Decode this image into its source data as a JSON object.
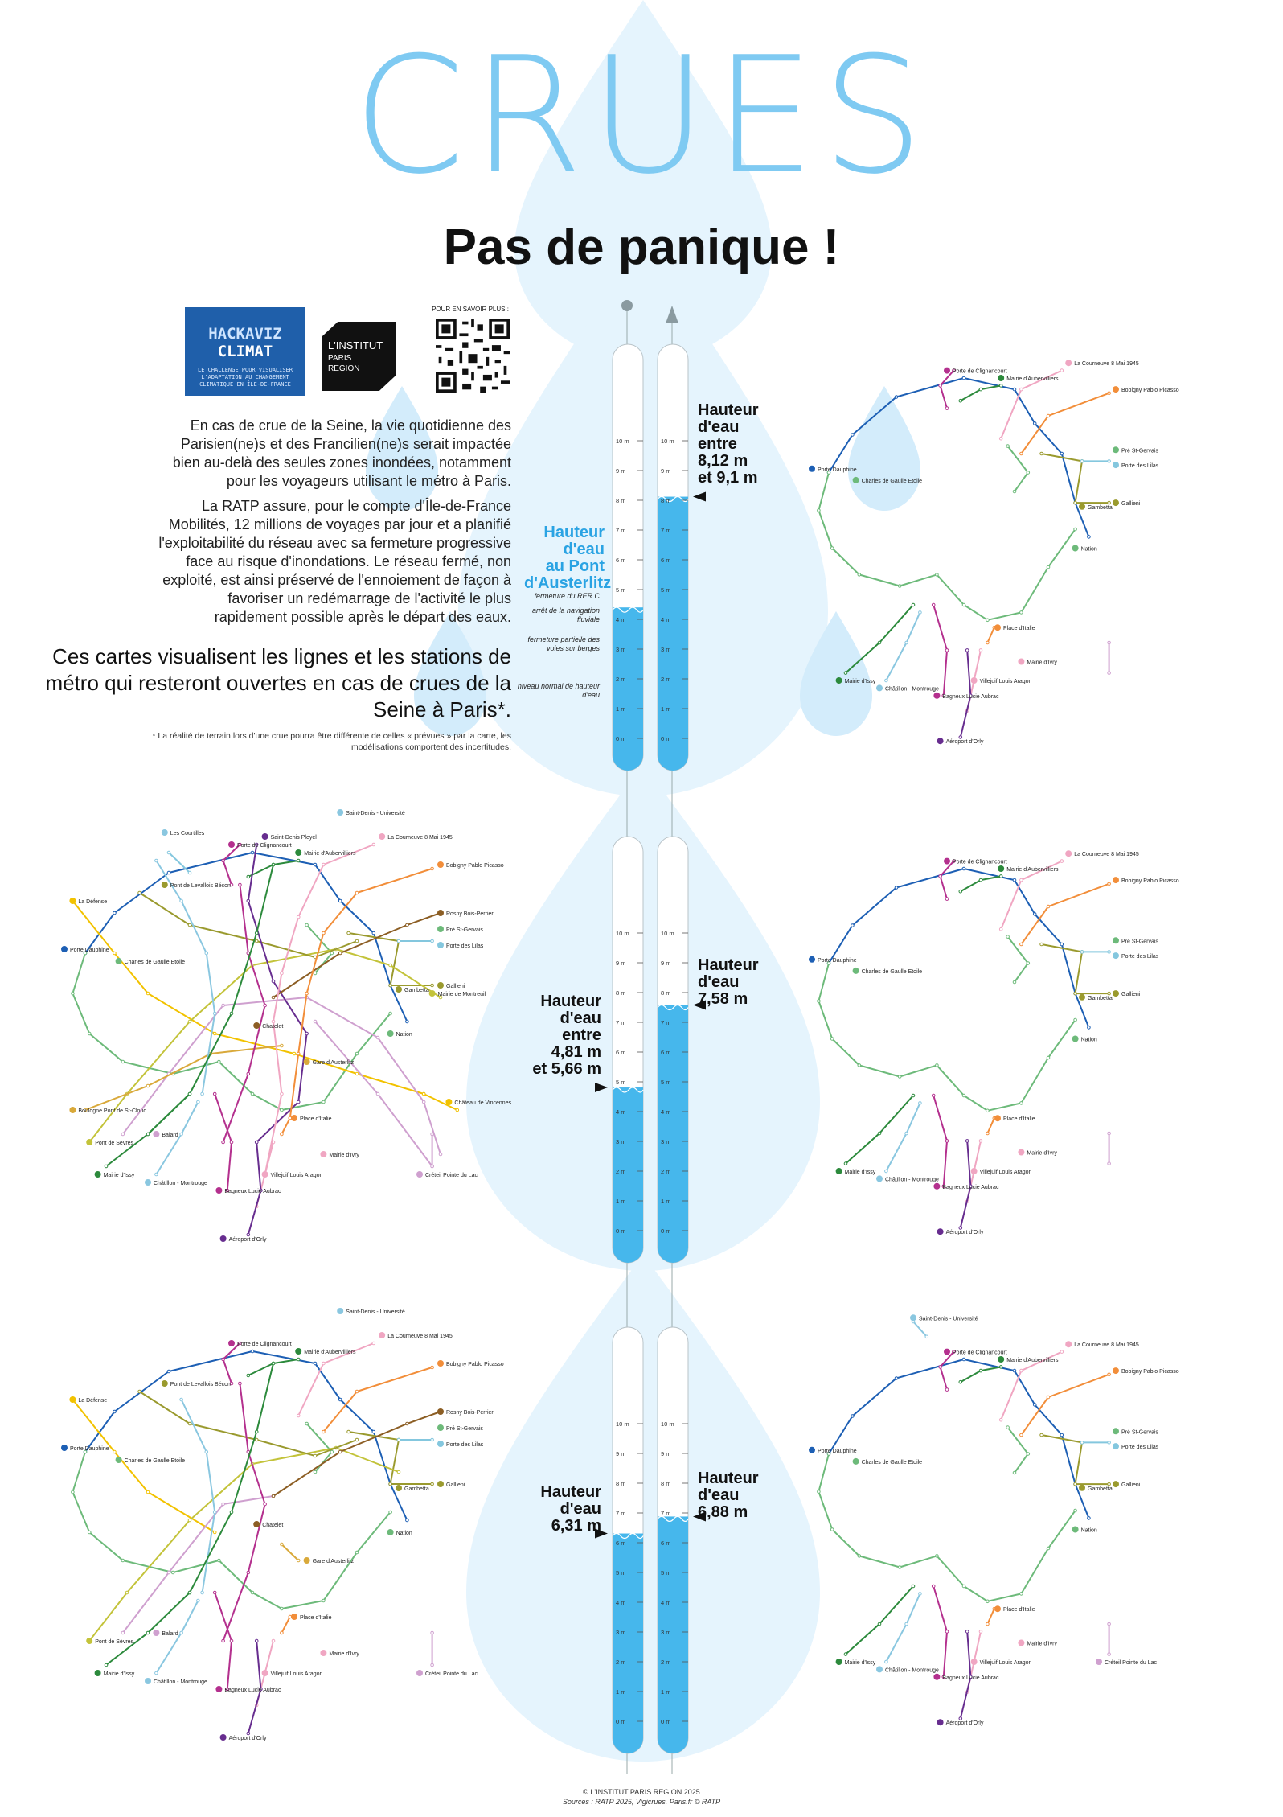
{
  "title": "CRUES",
  "subtitle": "Pas de panique !",
  "logos": {
    "hackaviz_line1": "HACKAVIZ",
    "hackaviz_line2": "CLIMAT",
    "hackaviz_tagline": "LE CHALLENGE POUR VISUALISER L'ADAPTATION AU CHANGEMENT CLIMATIQUE EN ÎLE-DE-FRANCE",
    "institut_line1": "L'INSTITUT",
    "institut_line2": "PARIS",
    "institut_line3": "REGION",
    "qr_label": "POUR EN SAVOIR PLUS :"
  },
  "intro": {
    "p1": "En cas de crue de la Seine, la vie quotidienne des Parisien(ne)s et des Francilien(ne)s serait impactée bien au-delà des seules zones inondées, notamment pour les voyageurs utilisant le métro à Paris.",
    "p2": "La RATP assure, pour le compte d'Île-de-France Mobilités, 12 millions de voyages par jour et a planifié l'exploitabilité du réseau avec sa fermeture progressive face au risque d'inondations. Le réseau fermé, non exploité, est ainsi préservé de l'ennoiement de façon à favoriser un redémarrage de l'activité le plus rapidement possible après le départ des eaux.",
    "p3": "Ces cartes visualisent les lignes et les stations de métro qui resteront ouvertes en cas de crues de la Seine à Paris*.",
    "note": "* La réalité de terrain lors d'une crue pourra être différente de celles « prévues » par la carte, les modélisations comportent des incertitudes."
  },
  "gauge_ticks": [
    "0 m",
    "1 m",
    "2 m",
    "3 m",
    "4 m",
    "5 m",
    "6 m",
    "7 m",
    "8 m",
    "9 m",
    "10 m"
  ],
  "gauges": [
    {
      "level": 4.4,
      "label": [
        "Hauteur",
        "d'eau",
        "au Pont",
        "d'Austerlitz"
      ]
    },
    {
      "level": 8.12,
      "label": [
        "Hauteur",
        "d'eau",
        "entre",
        "8,12 m",
        "et 9,1 m"
      ]
    },
    {
      "level": 4.81,
      "label": [
        "Hauteur",
        "d'eau",
        "entre",
        "4,81 m",
        "et 5,66 m"
      ]
    },
    {
      "level": 7.58,
      "label": [
        "Hauteur",
        "d'eau",
        "7,58 m"
      ]
    },
    {
      "level": 6.31,
      "label": [
        "Hauteur",
        "d'eau",
        "6,31 m"
      ]
    },
    {
      "level": 6.88,
      "label": [
        "Hauteur",
        "d'eau",
        "6,88 m"
      ]
    }
  ],
  "annotations": {
    "rer_c": "fermeture du RER C",
    "navigation": "arrêt de la navigation fluviale",
    "berges": "fermeture partielle des voies sur berges",
    "normal": "niveau normal de hauteur d'eau"
  },
  "stations": {
    "courneuve": "La Courneuve 8 Mai 1945",
    "aubervilliers": "Mairie d'Aubervilliers",
    "clignancourt": "Porte de Clignancourt",
    "bobigny": "Bobigny Pablo Picasso",
    "pre": "Pré St-Gervais",
    "lilas": "Porte des Lilas",
    "dauphine": "Porte Dauphine",
    "etoile": "Charles de Gaulle Etoile",
    "gallieni": "Gallieni",
    "gambetta": "Gambetta",
    "nation": "Nation",
    "italie": "Place d'Italie",
    "ivry": "Mairie d'Ivry",
    "issy": "Mairie d'Issy",
    "chatillon": "Châtillon - Montrouge",
    "bagneux": "Bagneux Lucie Aubrac",
    "villejuif": "Villejuif Louis Aragon",
    "orly": "Aéroport d'Orly",
    "courtilles": "Les Courtilles",
    "stdenis_univ": "Saint-Denis - Université",
    "stdenis_pleyel": "Saint-Denis Pleyel",
    "levallois": "Pont de Levallois Bécon",
    "defense": "La Défense",
    "rosny": "Rosny Bois-Perrier",
    "montreuil": "Mairie de Montreuil",
    "chatelet": "Chatelet",
    "austerlitz": "Gare d'Austerlitz",
    "vincennes": "Château de Vincennes",
    "boulogne": "Boulogne Pont de St-Cloud",
    "sevres": "Pont de Sèvres",
    "balard": "Balard",
    "creteil": "Créteil Pointe du Lac"
  },
  "line_colors": {
    "1": "#f2c200",
    "2": "#1d5fb4",
    "3": "#9a9a2e",
    "3bis": "#84c7de",
    "4": "#b4308e",
    "5": "#f28e3a",
    "6": "#6dba7a",
    "7": "#f0a6c2",
    "7bis": "#6dba7a",
    "8": "#cfa0cf",
    "9": "#c3c33a",
    "10": "#d9a93a",
    "11": "#8c5e24",
    "12": "#2c8a3c",
    "13": "#8ac7e0",
    "14": "#672d8f"
  },
  "footer": {
    "copyright": "© L'INSTITUT PARIS REGION 2025",
    "sources": "Sources : RATP 2025, Vigicrues, Paris.fr © RATP"
  }
}
